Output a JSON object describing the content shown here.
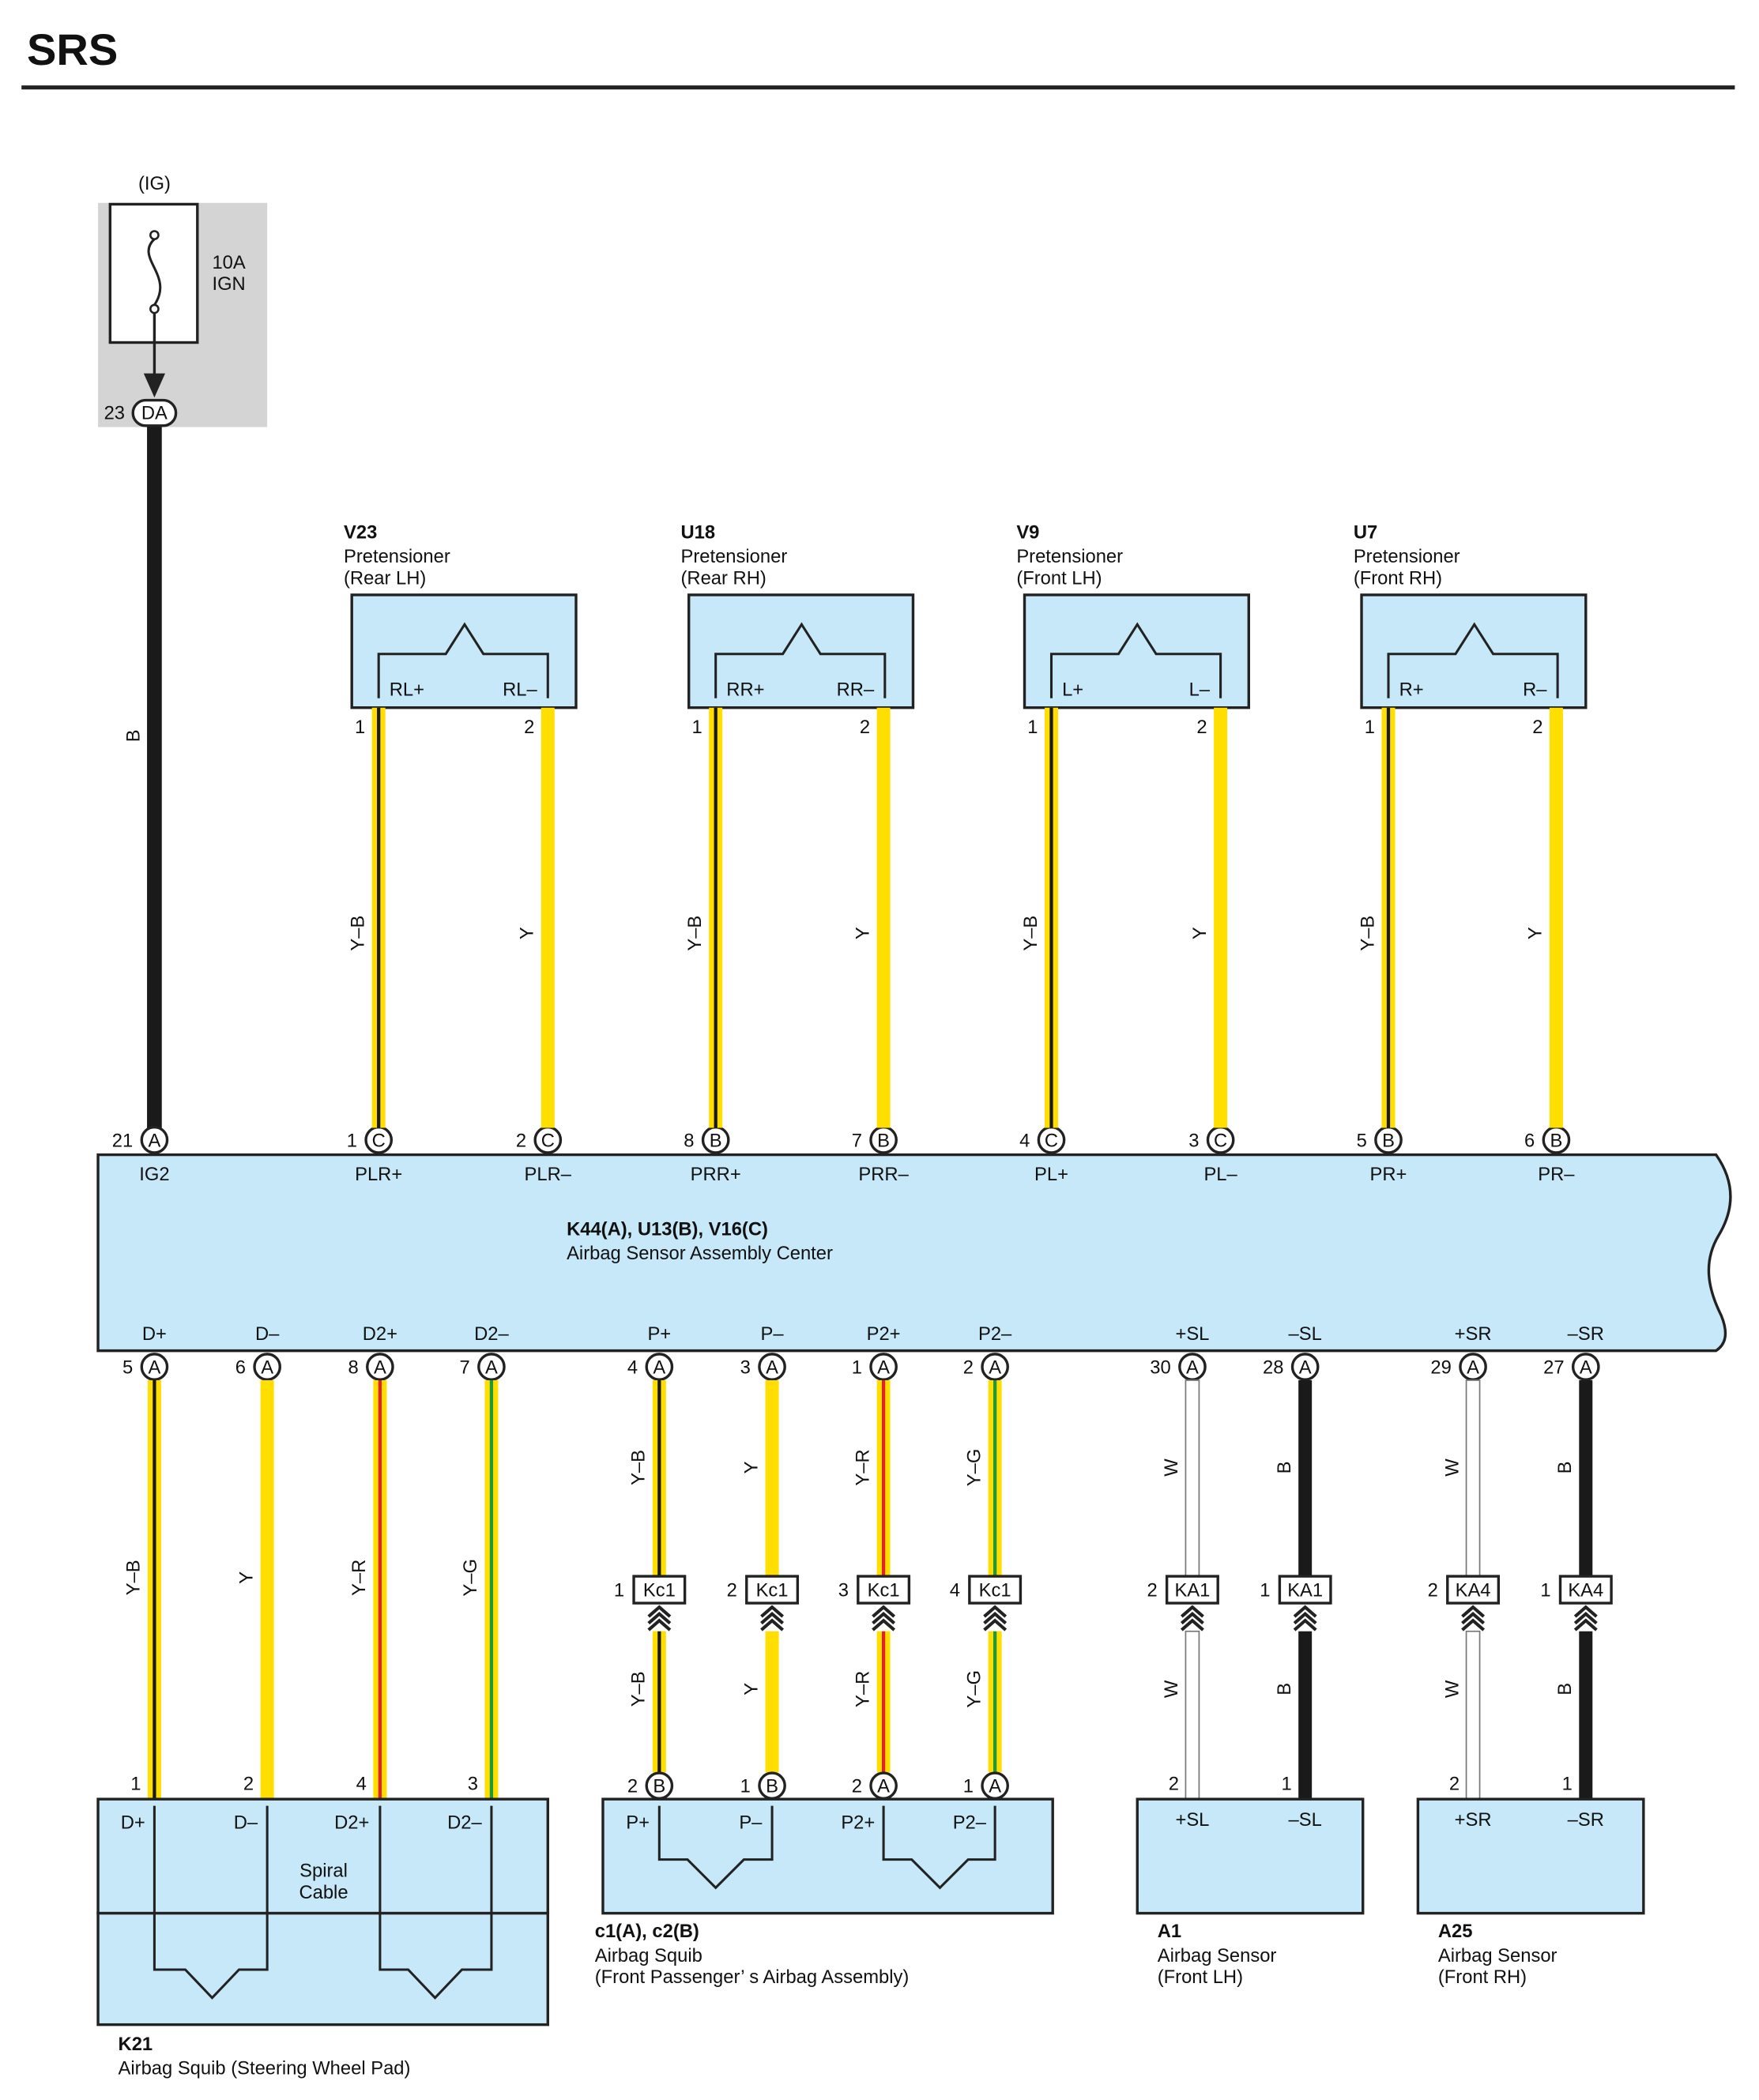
{
  "page": {
    "title": "SRS"
  },
  "fuse": {
    "group": "(IG)",
    "rating": "10A",
    "name": "IGN",
    "pin": "23",
    "connector": "DA"
  },
  "wire_colors": {
    "Y": "#ffde00",
    "B": "#1a1a1a",
    "R": "#e3212b",
    "G": "#1a9a3a",
    "W": "#ffffff",
    "box": "#c6e8f8",
    "shade": "#d4d4d4"
  },
  "feed_wire": {
    "label": "B",
    "end_pin": "21",
    "end_conn": "A",
    "terminal": "IG2"
  },
  "center": {
    "code": "K44(A), U13(B), V16(C)",
    "name": "Airbag Sensor Assembly Center",
    "top_pins": [
      {
        "pin": "21",
        "conn": "A",
        "terminal": "IG2"
      },
      {
        "pin": "1",
        "conn": "C",
        "terminal": "PLR+"
      },
      {
        "pin": "2",
        "conn": "C",
        "terminal": "PLR–"
      },
      {
        "pin": "8",
        "conn": "B",
        "terminal": "PRR+"
      },
      {
        "pin": "7",
        "conn": "B",
        "terminal": "PRR–"
      },
      {
        "pin": "4",
        "conn": "C",
        "terminal": "PL+"
      },
      {
        "pin": "3",
        "conn": "C",
        "terminal": "PL–"
      },
      {
        "pin": "5",
        "conn": "B",
        "terminal": "PR+"
      },
      {
        "pin": "6",
        "conn": "B",
        "terminal": "PR–"
      }
    ],
    "bottom_pins": [
      {
        "pin": "5",
        "conn": "A",
        "terminal": "D+"
      },
      {
        "pin": "6",
        "conn": "A",
        "terminal": "D–"
      },
      {
        "pin": "8",
        "conn": "A",
        "terminal": "D2+"
      },
      {
        "pin": "7",
        "conn": "A",
        "terminal": "D2–"
      },
      {
        "pin": "4",
        "conn": "A",
        "terminal": "P+"
      },
      {
        "pin": "3",
        "conn": "A",
        "terminal": "P–"
      },
      {
        "pin": "1",
        "conn": "A",
        "terminal": "P2+"
      },
      {
        "pin": "2",
        "conn": "A",
        "terminal": "P2–"
      },
      {
        "pin": "30",
        "conn": "A",
        "terminal": "+SL"
      },
      {
        "pin": "28",
        "conn": "A",
        "terminal": "–SL"
      },
      {
        "pin": "29",
        "conn": "A",
        "terminal": "+SR"
      },
      {
        "pin": "27",
        "conn": "A",
        "terminal": "–SR"
      }
    ]
  },
  "pretensioners": [
    {
      "code": "V23",
      "name": "Pretensioner",
      "pos": "(Rear LH)",
      "pos_term": "RL+",
      "neg_term": "RL–",
      "pin_pos": "1",
      "pin_neg": "2",
      "wire_pos": "Y–B",
      "wire_neg": "Y"
    },
    {
      "code": "U18",
      "name": "Pretensioner",
      "pos": "(Rear RH)",
      "pos_term": "RR+",
      "neg_term": "RR–",
      "pin_pos": "1",
      "pin_neg": "2",
      "wire_pos": "Y–B",
      "wire_neg": "Y"
    },
    {
      "code": "V9",
      "name": "Pretensioner",
      "pos": "(Front LH)",
      "pos_term": "L+",
      "neg_term": "L–",
      "pin_pos": "1",
      "pin_neg": "2",
      "wire_pos": "Y–B",
      "wire_neg": "Y"
    },
    {
      "code": "U7",
      "name": "Pretensioner",
      "pos": "(Front RH)",
      "pos_term": "R+",
      "neg_term": "R–",
      "pin_pos": "1",
      "pin_neg": "2",
      "wire_pos": "Y–B",
      "wire_neg": "Y"
    }
  ],
  "driver_wires": [
    {
      "label": "Y–B",
      "pin": "1"
    },
    {
      "label": "Y",
      "pin": "2"
    },
    {
      "label": "Y–R",
      "pin": "4"
    },
    {
      "label": "Y–G",
      "pin": "3"
    }
  ],
  "passenger_wires": [
    {
      "upper": "Y–B",
      "lower": "Y–B",
      "jpin": "1",
      "jconn": "Kc1",
      "end_pin": "2",
      "end_conn": "B"
    },
    {
      "upper": "Y",
      "lower": "Y",
      "jpin": "2",
      "jconn": "Kc1",
      "end_pin": "1",
      "end_conn": "B"
    },
    {
      "upper": "Y–R",
      "lower": "Y–R",
      "jpin": "3",
      "jconn": "Kc1",
      "end_pin": "2",
      "end_conn": "A"
    },
    {
      "upper": "Y–G",
      "lower": "Y–G",
      "jpin": "4",
      "jconn": "Kc1",
      "end_pin": "1",
      "end_conn": "A"
    }
  ],
  "sensor_wires": [
    {
      "upper": "W",
      "lower": "W",
      "jpin": "2",
      "jconn": "KA1",
      "end_pin": "2"
    },
    {
      "upper": "B",
      "lower": "B",
      "jpin": "1",
      "jconn": "KA1",
      "end_pin": "1"
    },
    {
      "upper": "W",
      "lower": "W",
      "jpin": "2",
      "jconn": "KA4",
      "end_pin": "2"
    },
    {
      "upper": "B",
      "lower": "B",
      "jpin": "1",
      "jconn": "KA4",
      "end_pin": "1"
    }
  ],
  "k21": {
    "terminals": [
      "D+",
      "D–",
      "D2+",
      "D2–"
    ],
    "spiral": [
      "Spiral",
      "Cable"
    ],
    "code": "K21",
    "name": "Airbag Squib (Steering Wheel Pad)"
  },
  "c1c2": {
    "terminals": [
      "P+",
      "P–",
      "P2+",
      "P2–"
    ],
    "code": "c1(A), c2(B)",
    "name": "Airbag Squib",
    "sub": "(Front Passenger’ s Airbag Assembly)"
  },
  "a1": {
    "pos_term": "+SL",
    "neg_term": "–SL",
    "code": "A1",
    "name": "Airbag Sensor",
    "pos": "(Front LH)"
  },
  "a25": {
    "pos_term": "+SR",
    "neg_term": "–SR",
    "code": "A25",
    "name": "Airbag Sensor",
    "pos": "(Front RH)"
  }
}
